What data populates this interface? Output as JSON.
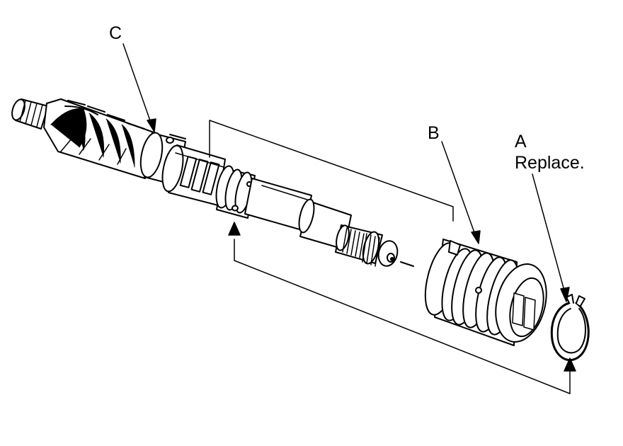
{
  "callouts": {
    "c": {
      "letter": "C"
    },
    "b": {
      "letter": "B"
    },
    "a": {
      "letter": "A",
      "note": "Replace."
    }
  },
  "colors": {
    "ink": "#000000",
    "paper": "#ffffff"
  },
  "icons": [
    "pinion-shaft",
    "spool-valve",
    "valve-sleeve",
    "snap-ring"
  ]
}
